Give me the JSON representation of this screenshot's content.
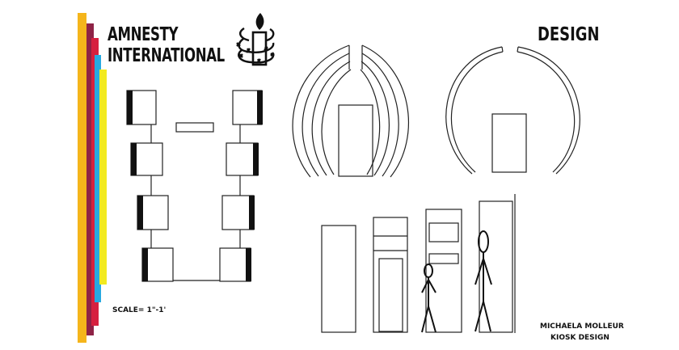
{
  "brand": {
    "line1": "AMNESTY",
    "line2": "INTERNATIONAL",
    "logo_icon": "candle-barbed-wire-icon",
    "stripe_colors": [
      "#f5b51b",
      "#8e2346",
      "#d6203f",
      "#27a9e1",
      "#f2ea1f"
    ]
  },
  "heading": "DESIGN",
  "scale_label": "SCALE= 1\"-1'",
  "credits": {
    "name": "MICHAELA MOLLEUR",
    "project": "KIOSK DESIGN"
  },
  "colors": {
    "line": "#222222",
    "panel_fill": "#111111"
  }
}
